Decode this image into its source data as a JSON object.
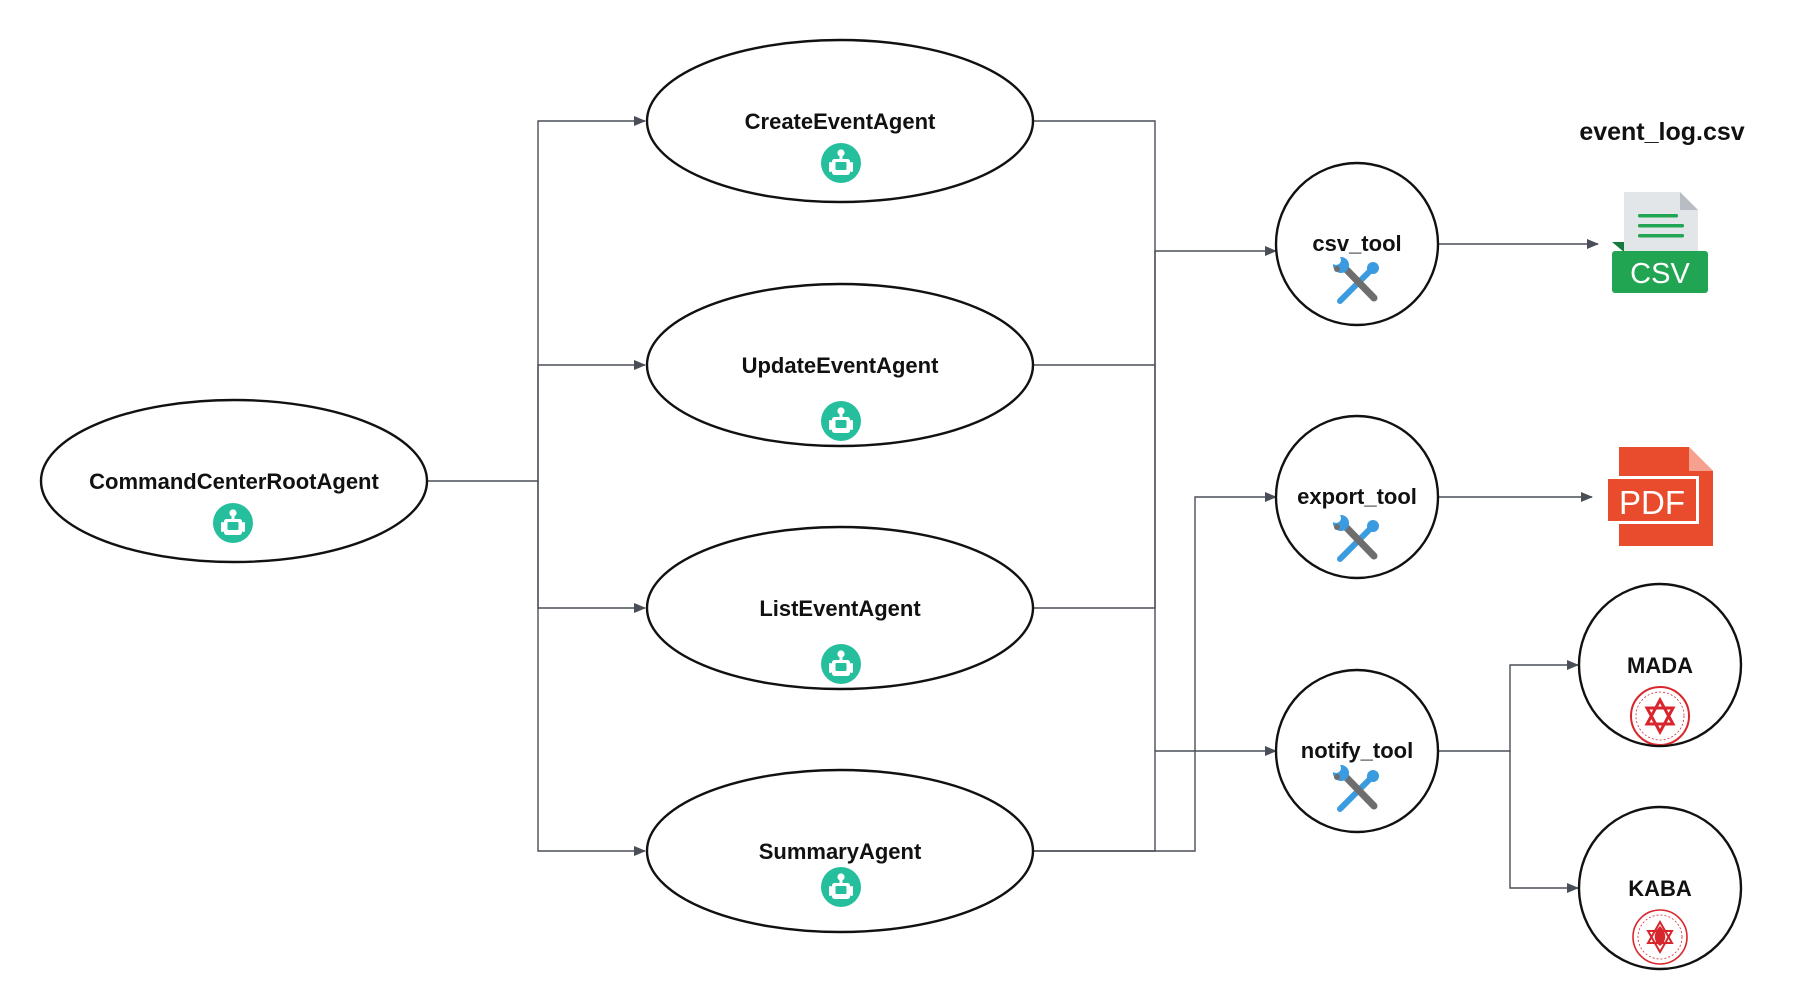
{
  "colors": {
    "agent_icon": "#26bf9e",
    "wrench": "#3b9be0",
    "screwdriver": "#6e6e6e",
    "csv_green": "#22a553",
    "pdf_red": "#e94b2d",
    "emblem_red": "#d8262c",
    "edge": "#4a4f57"
  },
  "nodes": {
    "root": {
      "label": "CommandCenterRootAgent",
      "icon": "robot-icon"
    },
    "create": {
      "label": "CreateEventAgent",
      "icon": "robot-icon"
    },
    "update": {
      "label": "UpdateEventAgent",
      "icon": "robot-icon"
    },
    "list": {
      "label": "ListEventAgent",
      "icon": "robot-icon"
    },
    "summary": {
      "label": "SummaryAgent",
      "icon": "robot-icon"
    },
    "csv_tool": {
      "label": "csv_tool",
      "icon": "tools-icon"
    },
    "export_tool": {
      "label": "export_tool",
      "icon": "tools-icon"
    },
    "notify_tool": {
      "label": "notify_tool",
      "icon": "tools-icon"
    },
    "mada": {
      "label": "MADA",
      "icon": "star-of-david-emblem"
    },
    "kaba": {
      "label": "KABA",
      "icon": "fire-rescue-emblem"
    }
  },
  "outputs": {
    "csv_file": {
      "caption": "event_log.csv",
      "badge": "CSV",
      "icon": "csv-file-icon"
    },
    "pdf_file": {
      "badge": "PDF",
      "icon": "pdf-file-icon"
    }
  }
}
